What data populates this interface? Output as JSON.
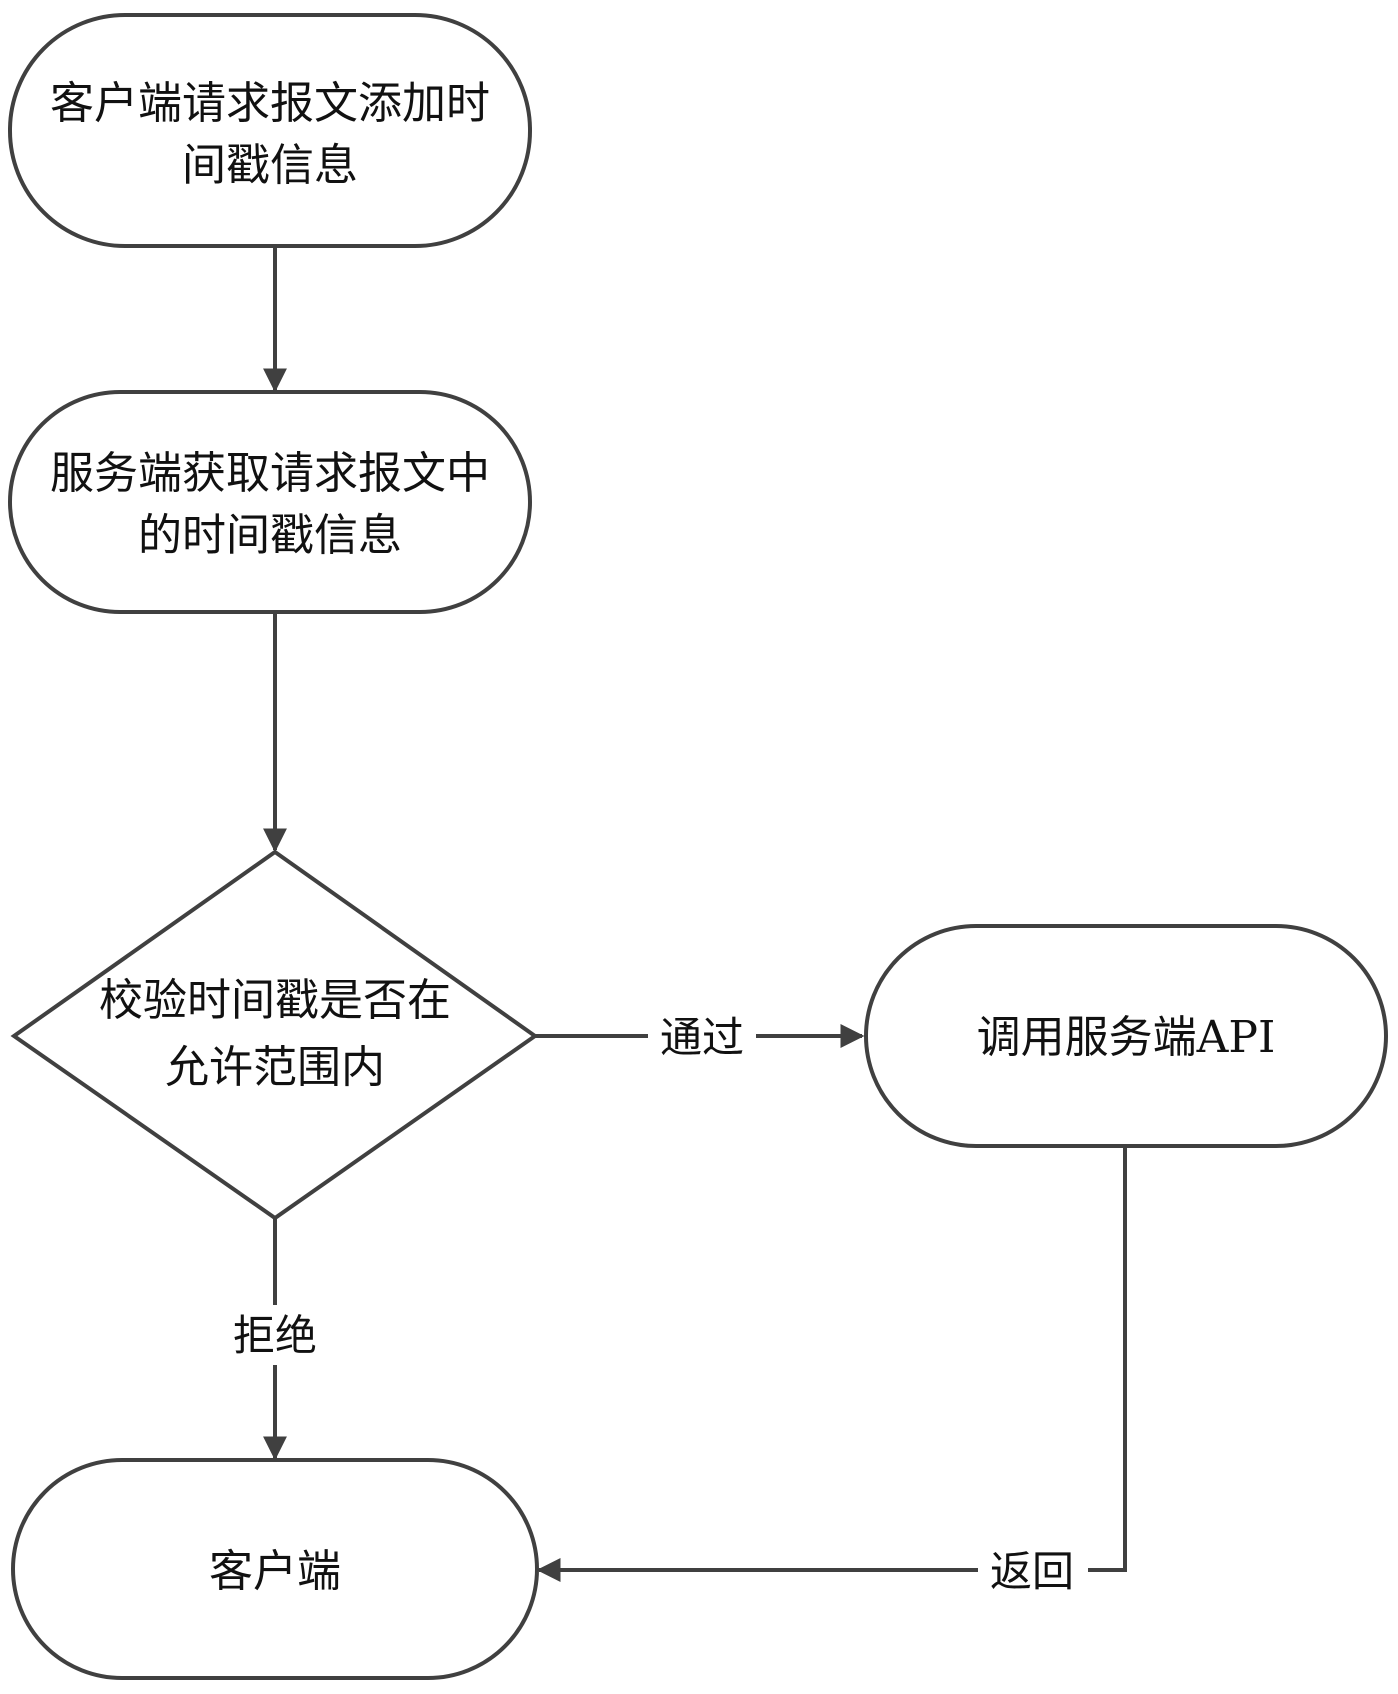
{
  "diagram": {
    "type": "flowchart",
    "colors": {
      "stroke": "#404040",
      "text": "#111111",
      "background": "#ffffff"
    },
    "nodes": {
      "client_request": {
        "shape": "terminator",
        "lines": [
          "客户端请求报文添加时",
          "间戳信息"
        ]
      },
      "server_get": {
        "shape": "terminator",
        "lines": [
          "服务端获取请求报文中",
          "的时间戳信息"
        ]
      },
      "verify": {
        "shape": "decision",
        "lines": [
          "校验时间戳是否在",
          "允许范围内"
        ]
      },
      "call_api": {
        "shape": "terminator",
        "lines": [
          "调用服务端API"
        ]
      },
      "client": {
        "shape": "terminator",
        "lines": [
          "客户端"
        ]
      }
    },
    "edges": {
      "e1": {
        "from": "client_request",
        "to": "server_get",
        "label": ""
      },
      "e2": {
        "from": "server_get",
        "to": "verify",
        "label": ""
      },
      "pass": {
        "from": "verify",
        "to": "call_api",
        "label": "通过"
      },
      "reject": {
        "from": "verify",
        "to": "client",
        "label": "拒绝"
      },
      "return": {
        "from": "call_api",
        "to": "client",
        "label": "返回"
      }
    }
  }
}
